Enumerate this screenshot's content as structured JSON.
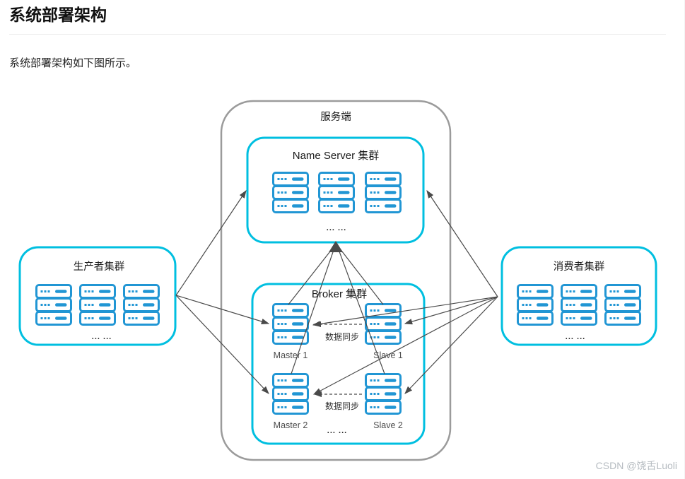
{
  "page": {
    "title": "系统部署架构",
    "intro": "系统部署架构如下图所示。",
    "watermark": "CSDN @饶舌Luoli"
  },
  "diagram": {
    "server_side_label": "服务端",
    "name_server": {
      "label": "Name Server 集群",
      "ellipsis": "... ...",
      "server_count": 3
    },
    "broker": {
      "label": "Broker 集群",
      "ellipsis": "... ...",
      "sync_label": "数据同步",
      "nodes": [
        {
          "label": "Master 1"
        },
        {
          "label": "Slave 1"
        },
        {
          "label": "Master 2"
        },
        {
          "label": "Slave 2"
        }
      ]
    },
    "producer": {
      "label": "生产者集群",
      "ellipsis": "... ...",
      "server_count": 3
    },
    "consumer": {
      "label": "消费者集群",
      "ellipsis": "... ...",
      "server_count": 3
    },
    "colors": {
      "cluster_border": "#00bfe0",
      "server_icon": "#2196d4",
      "container_border": "#9b9b9b",
      "arrow": "#4a4a4a"
    }
  }
}
